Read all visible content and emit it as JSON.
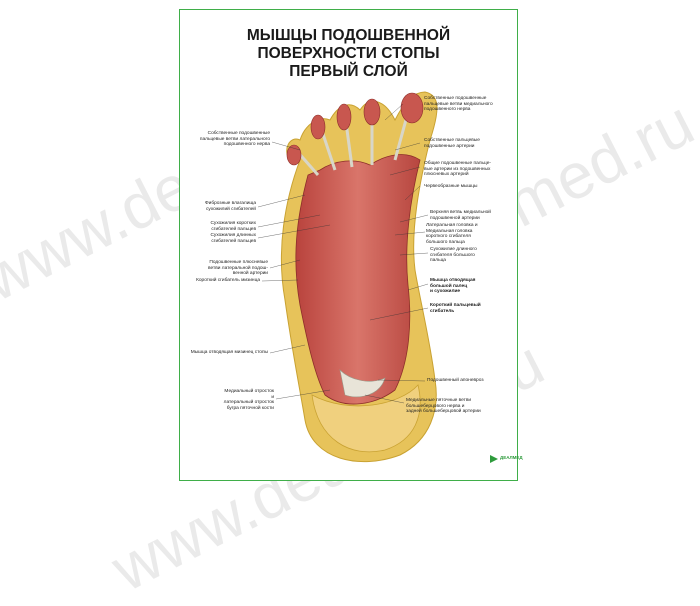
{
  "poster": {
    "title_lines": [
      "МЫШЦЫ ПОДОШВЕННОЙ",
      "ПОВЕРХНОСТИ СТОПЫ",
      "ПЕРВЫЙ СЛОЙ"
    ],
    "labels_left": [
      "Собственные подошвенные\nпальцевые ветви латерального\nподошвенного нерва",
      "Фиброзные влагалища\nсухожилий сгибателей",
      "Сухожилия коротких\nсгибателей пальцев",
      "Сухожилия длинных\nсгибателей пальцев",
      "Подошвенные плюсневые\nветви латеральной подош-\nвенной артерии",
      "Короткий сгибатель мизинца",
      "Мышца отводящая мизинец стопы",
      "Медиальный отросток\nи\nлатеральный отросток\nбугра пяточной кости"
    ],
    "labels_right": [
      "Собственные подошвенные\nпальцевые ветви медиального\nподошвенного нерва",
      "Собственные пальцевые\nподошвенные артерии",
      "Общие подошвенные пальце-\nвые артерии из подошвенных\nплюсневых артерий",
      "Червеобразные мышцы",
      "Верхняя ветвь медиальной\nподошвенной артерии",
      "Латеральная головка и\nМедиальная головка\nкороткого сгибателя\nбольшого пальца",
      "Сухожилие длинного\nсгибателя большого\nпальца",
      "Мышца отводящая\nбольшой палец\nи сухожилие",
      "Короткий пальцевый\nсгибатель",
      "Подошвенный апоневроз",
      "Медиальные пяточные ветви\nбольшеберцового нерва и\nзадней большеберцовой артерии"
    ],
    "logo_text": "ДЕАЛМЕД",
    "watermark": "www.dealmed.ru"
  },
  "colors": {
    "border": "#3fae49",
    "muscle": "#c8574f",
    "tendon": "#d8d6c8",
    "fat": "#e7c35a",
    "skin": "#f1d9a6"
  }
}
